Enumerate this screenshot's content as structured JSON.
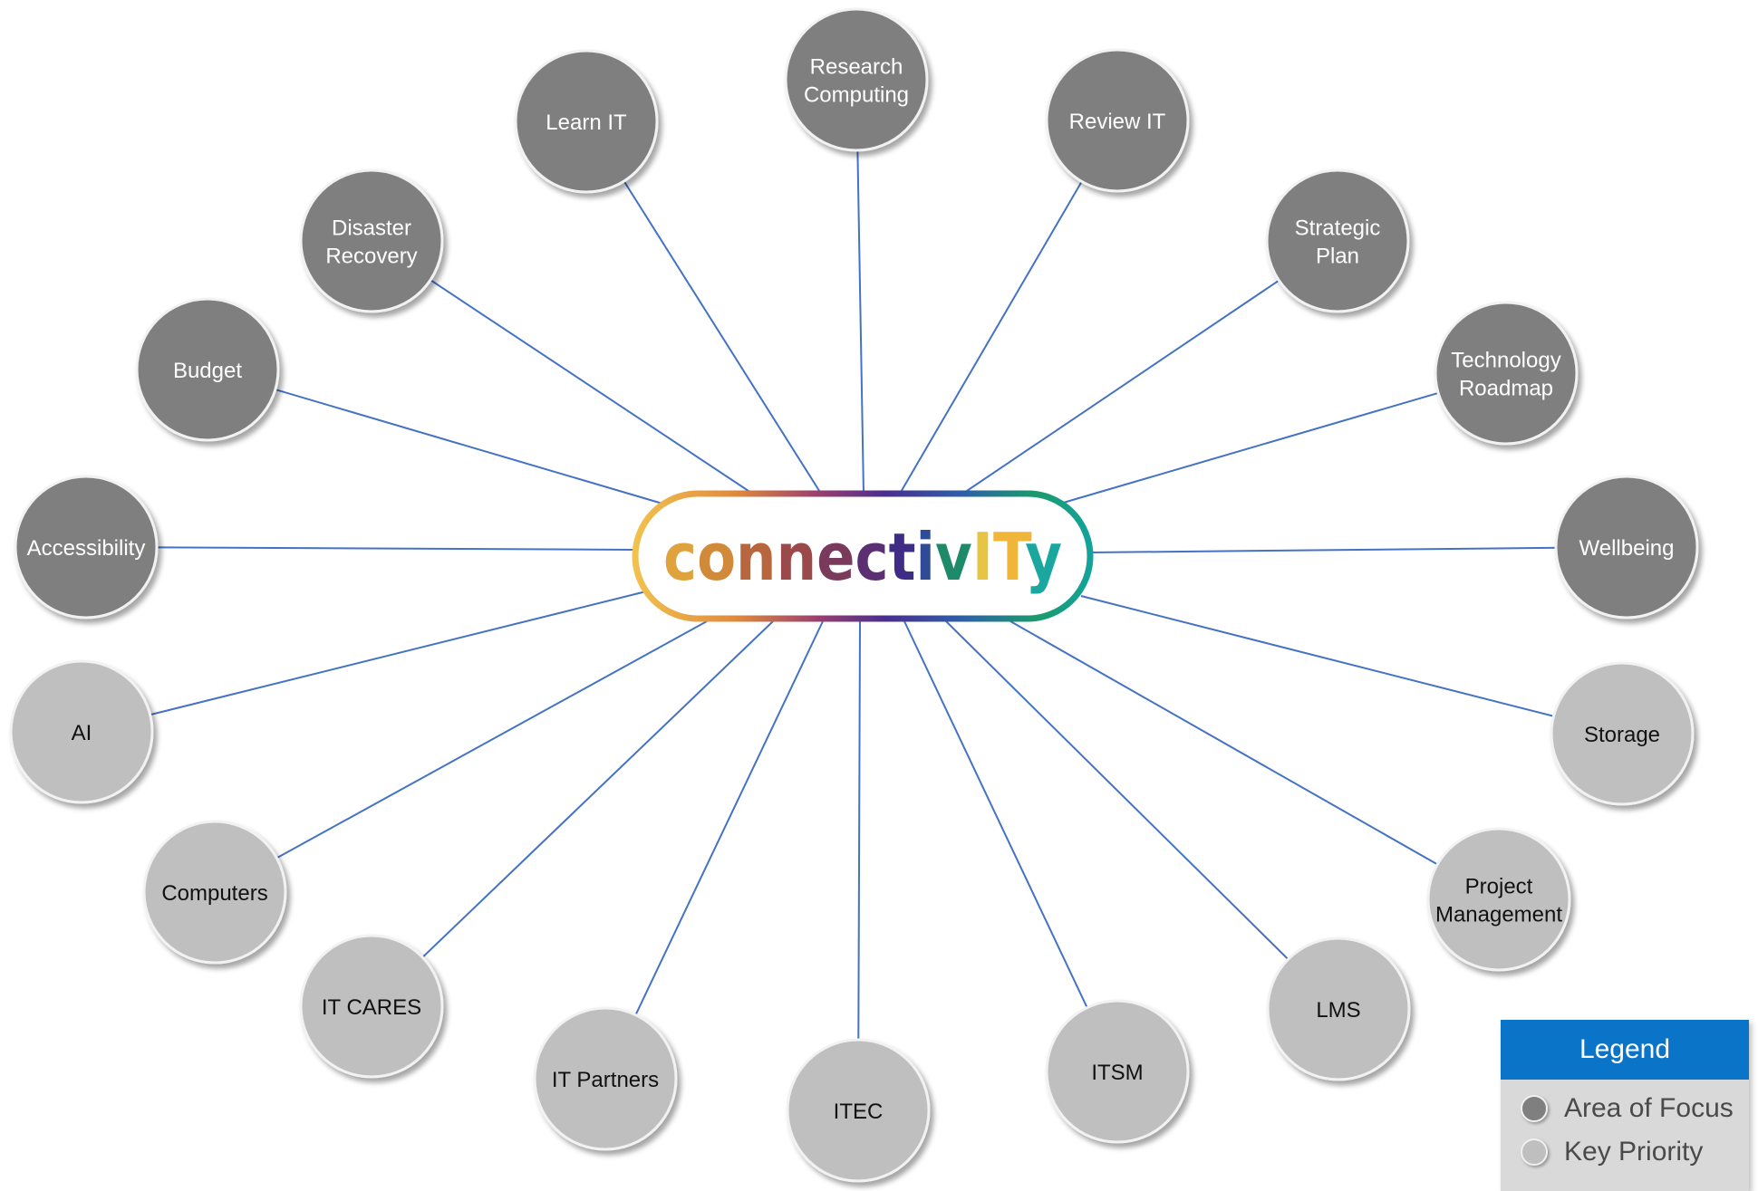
{
  "hub": {
    "title": "connectivITy",
    "letters": [
      {
        "ch": "c",
        "color": "#e0a23c"
      },
      {
        "ch": "o",
        "color": "#d18a3a"
      },
      {
        "ch": "n",
        "color": "#b8663e"
      },
      {
        "ch": "n",
        "color": "#9a4a4a"
      },
      {
        "ch": "e",
        "color": "#7a3a5c"
      },
      {
        "ch": "c",
        "color": "#5c2f72"
      },
      {
        "ch": "t",
        "color": "#3f2c86"
      },
      {
        "ch": "i",
        "color": "#2f4a96"
      },
      {
        "ch": "v",
        "color": "#1f8a6a"
      },
      {
        "ch": "I",
        "color": "#e8c445"
      },
      {
        "ch": "T",
        "color": "#f0b63a"
      },
      {
        "ch": "y",
        "color": "#1aa7a0"
      }
    ]
  },
  "colors": {
    "area_of_focus": "#7f7f7f",
    "key_priority": "#bfbfbf",
    "connector": "#4472c4",
    "legend_header": "#0a74c9"
  },
  "nodes": [
    {
      "id": "research-computing",
      "lines": [
        "Research",
        "Computing"
      ],
      "type": "focus"
    },
    {
      "id": "review-it",
      "lines": [
        "Review IT"
      ],
      "type": "focus"
    },
    {
      "id": "strategic-plan",
      "lines": [
        "Strategic",
        "Plan"
      ],
      "type": "focus"
    },
    {
      "id": "technology-roadmap",
      "lines": [
        "Technology",
        "Roadmap"
      ],
      "type": "focus"
    },
    {
      "id": "wellbeing",
      "lines": [
        "Wellbeing"
      ],
      "type": "focus"
    },
    {
      "id": "storage",
      "lines": [
        "Storage"
      ],
      "type": "priority"
    },
    {
      "id": "project-management",
      "lines": [
        "Project",
        "Management"
      ],
      "type": "priority"
    },
    {
      "id": "lms",
      "lines": [
        "LMS"
      ],
      "type": "priority"
    },
    {
      "id": "itsm",
      "lines": [
        "ITSM"
      ],
      "type": "priority"
    },
    {
      "id": "itec",
      "lines": [
        "ITEC"
      ],
      "type": "priority"
    },
    {
      "id": "it-partners",
      "lines": [
        "IT Partners"
      ],
      "type": "priority"
    },
    {
      "id": "it-cares",
      "lines": [
        "IT CARES"
      ],
      "type": "priority"
    },
    {
      "id": "computers",
      "lines": [
        "Computers"
      ],
      "type": "priority"
    },
    {
      "id": "ai",
      "lines": [
        "AI"
      ],
      "type": "priority"
    },
    {
      "id": "accessibility",
      "lines": [
        "Accessibility"
      ],
      "type": "focus"
    },
    {
      "id": "budget",
      "lines": [
        "Budget"
      ],
      "type": "focus"
    },
    {
      "id": "disaster-recovery",
      "lines": [
        "Disaster",
        "Recovery"
      ],
      "type": "focus"
    },
    {
      "id": "learn-it",
      "lines": [
        "Learn IT"
      ],
      "type": "focus"
    }
  ],
  "legend": {
    "title": "Legend",
    "items": [
      {
        "label": "Area of Focus",
        "type": "focus"
      },
      {
        "label": "Key Priority",
        "type": "priority"
      }
    ]
  }
}
